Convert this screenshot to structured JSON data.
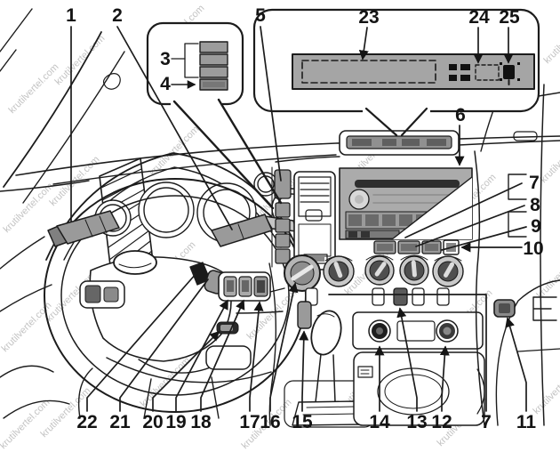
{
  "watermark": {
    "text": "krutilvertel.com",
    "color": "#b4b4b4"
  },
  "callouts": {
    "n1": "1",
    "n2": "2",
    "n3": "3",
    "n4": "4",
    "n5": "5",
    "n6": "6",
    "n7_right": "7",
    "n8": "8",
    "n9": "9",
    "n10": "10",
    "n11": "11",
    "n12": "12",
    "n13": "13",
    "n14": "14",
    "n15": "15",
    "n16": "16",
    "n17": "17",
    "n18": "18",
    "n19": "19",
    "n20": "20",
    "n21": "21",
    "n22": "22",
    "n23": "23",
    "n24": "24",
    "n25": "25",
    "n7_bottom": "7"
  }
}
